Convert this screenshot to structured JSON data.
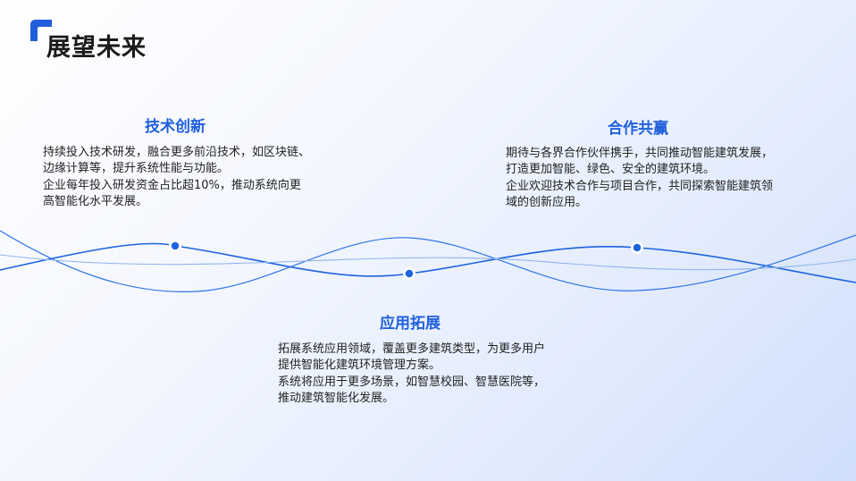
{
  "page": {
    "title": "展望未来"
  },
  "colors": {
    "accent": "#1f5fde",
    "wave_dark": "#1c63e0",
    "wave_light": "#8fb4f0",
    "dot": "#1c63e0",
    "text": "#222222"
  },
  "icons": {
    "logo": "corner-bracket-icon"
  },
  "sections": [
    {
      "title": "技术创新",
      "paragraphs": [
        "持续投入技术研发，融合更多前沿技术，如区块链、边缘计算等，提升系统性能与功能。",
        "企业每年投入研发资金占比超10%，推动系统向更高智能化水平发展。"
      ]
    },
    {
      "title": "合作共赢",
      "paragraphs": [
        "期待与各界合作伙伴携手，共同推动智能建筑发展，打造更加智能、绿色、安全的建筑环境。",
        "企业欢迎技术合作与项目合作，共同探索智能建筑领域的创新应用。"
      ]
    },
    {
      "title": "应用拓展",
      "paragraphs": [
        "拓展系统应用领域，覆盖更多建筑类型，为更多用户提供智能化建筑环境管理方案。",
        "系统将应用于更多场景，如智慧校园、智慧医院等，推动建筑智能化发展。"
      ]
    }
  ]
}
